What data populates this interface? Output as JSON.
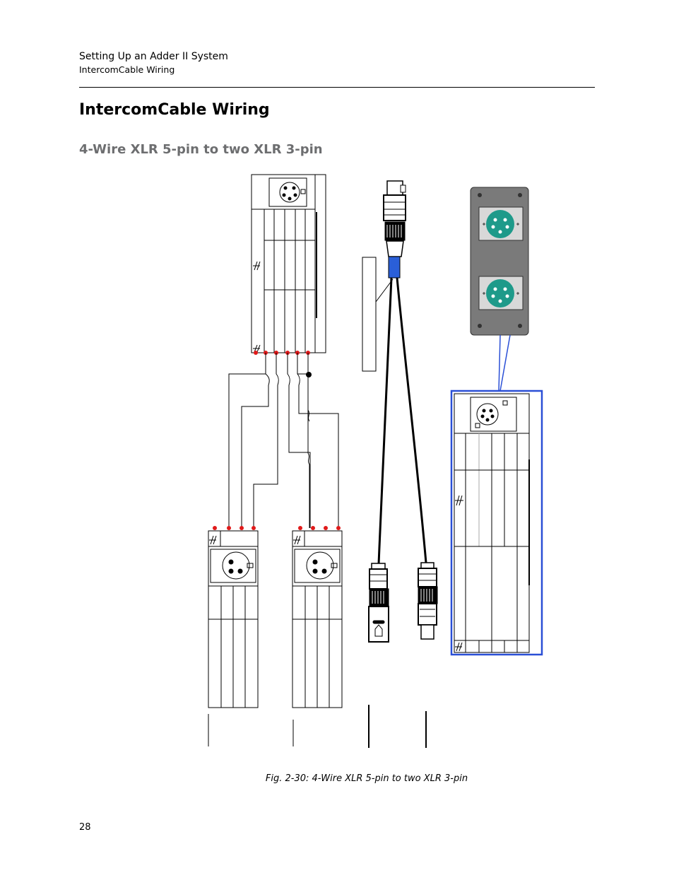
{
  "header": {
    "chapter": "Setting Up an Adder II System",
    "section": "IntercomCable Wiring"
  },
  "title": "IntercomCable Wiring",
  "subtitle": "4-Wire XLR 5-pin to two XLR 3-pin",
  "figure": {
    "caption": "Fig. 2-30: 4-Wire XLR 5-pin to two XLR 3-pin"
  },
  "page_number": "28",
  "colors": {
    "pin_dot": "#e01a1a",
    "connector_teal": "#1e9a8a",
    "panel_gray": "#7a7a7a",
    "selection_blue": "#2a4fd6",
    "cable_sleeve_blue": "#2a5fd8",
    "subtitle_gray": "#6d6e70"
  }
}
